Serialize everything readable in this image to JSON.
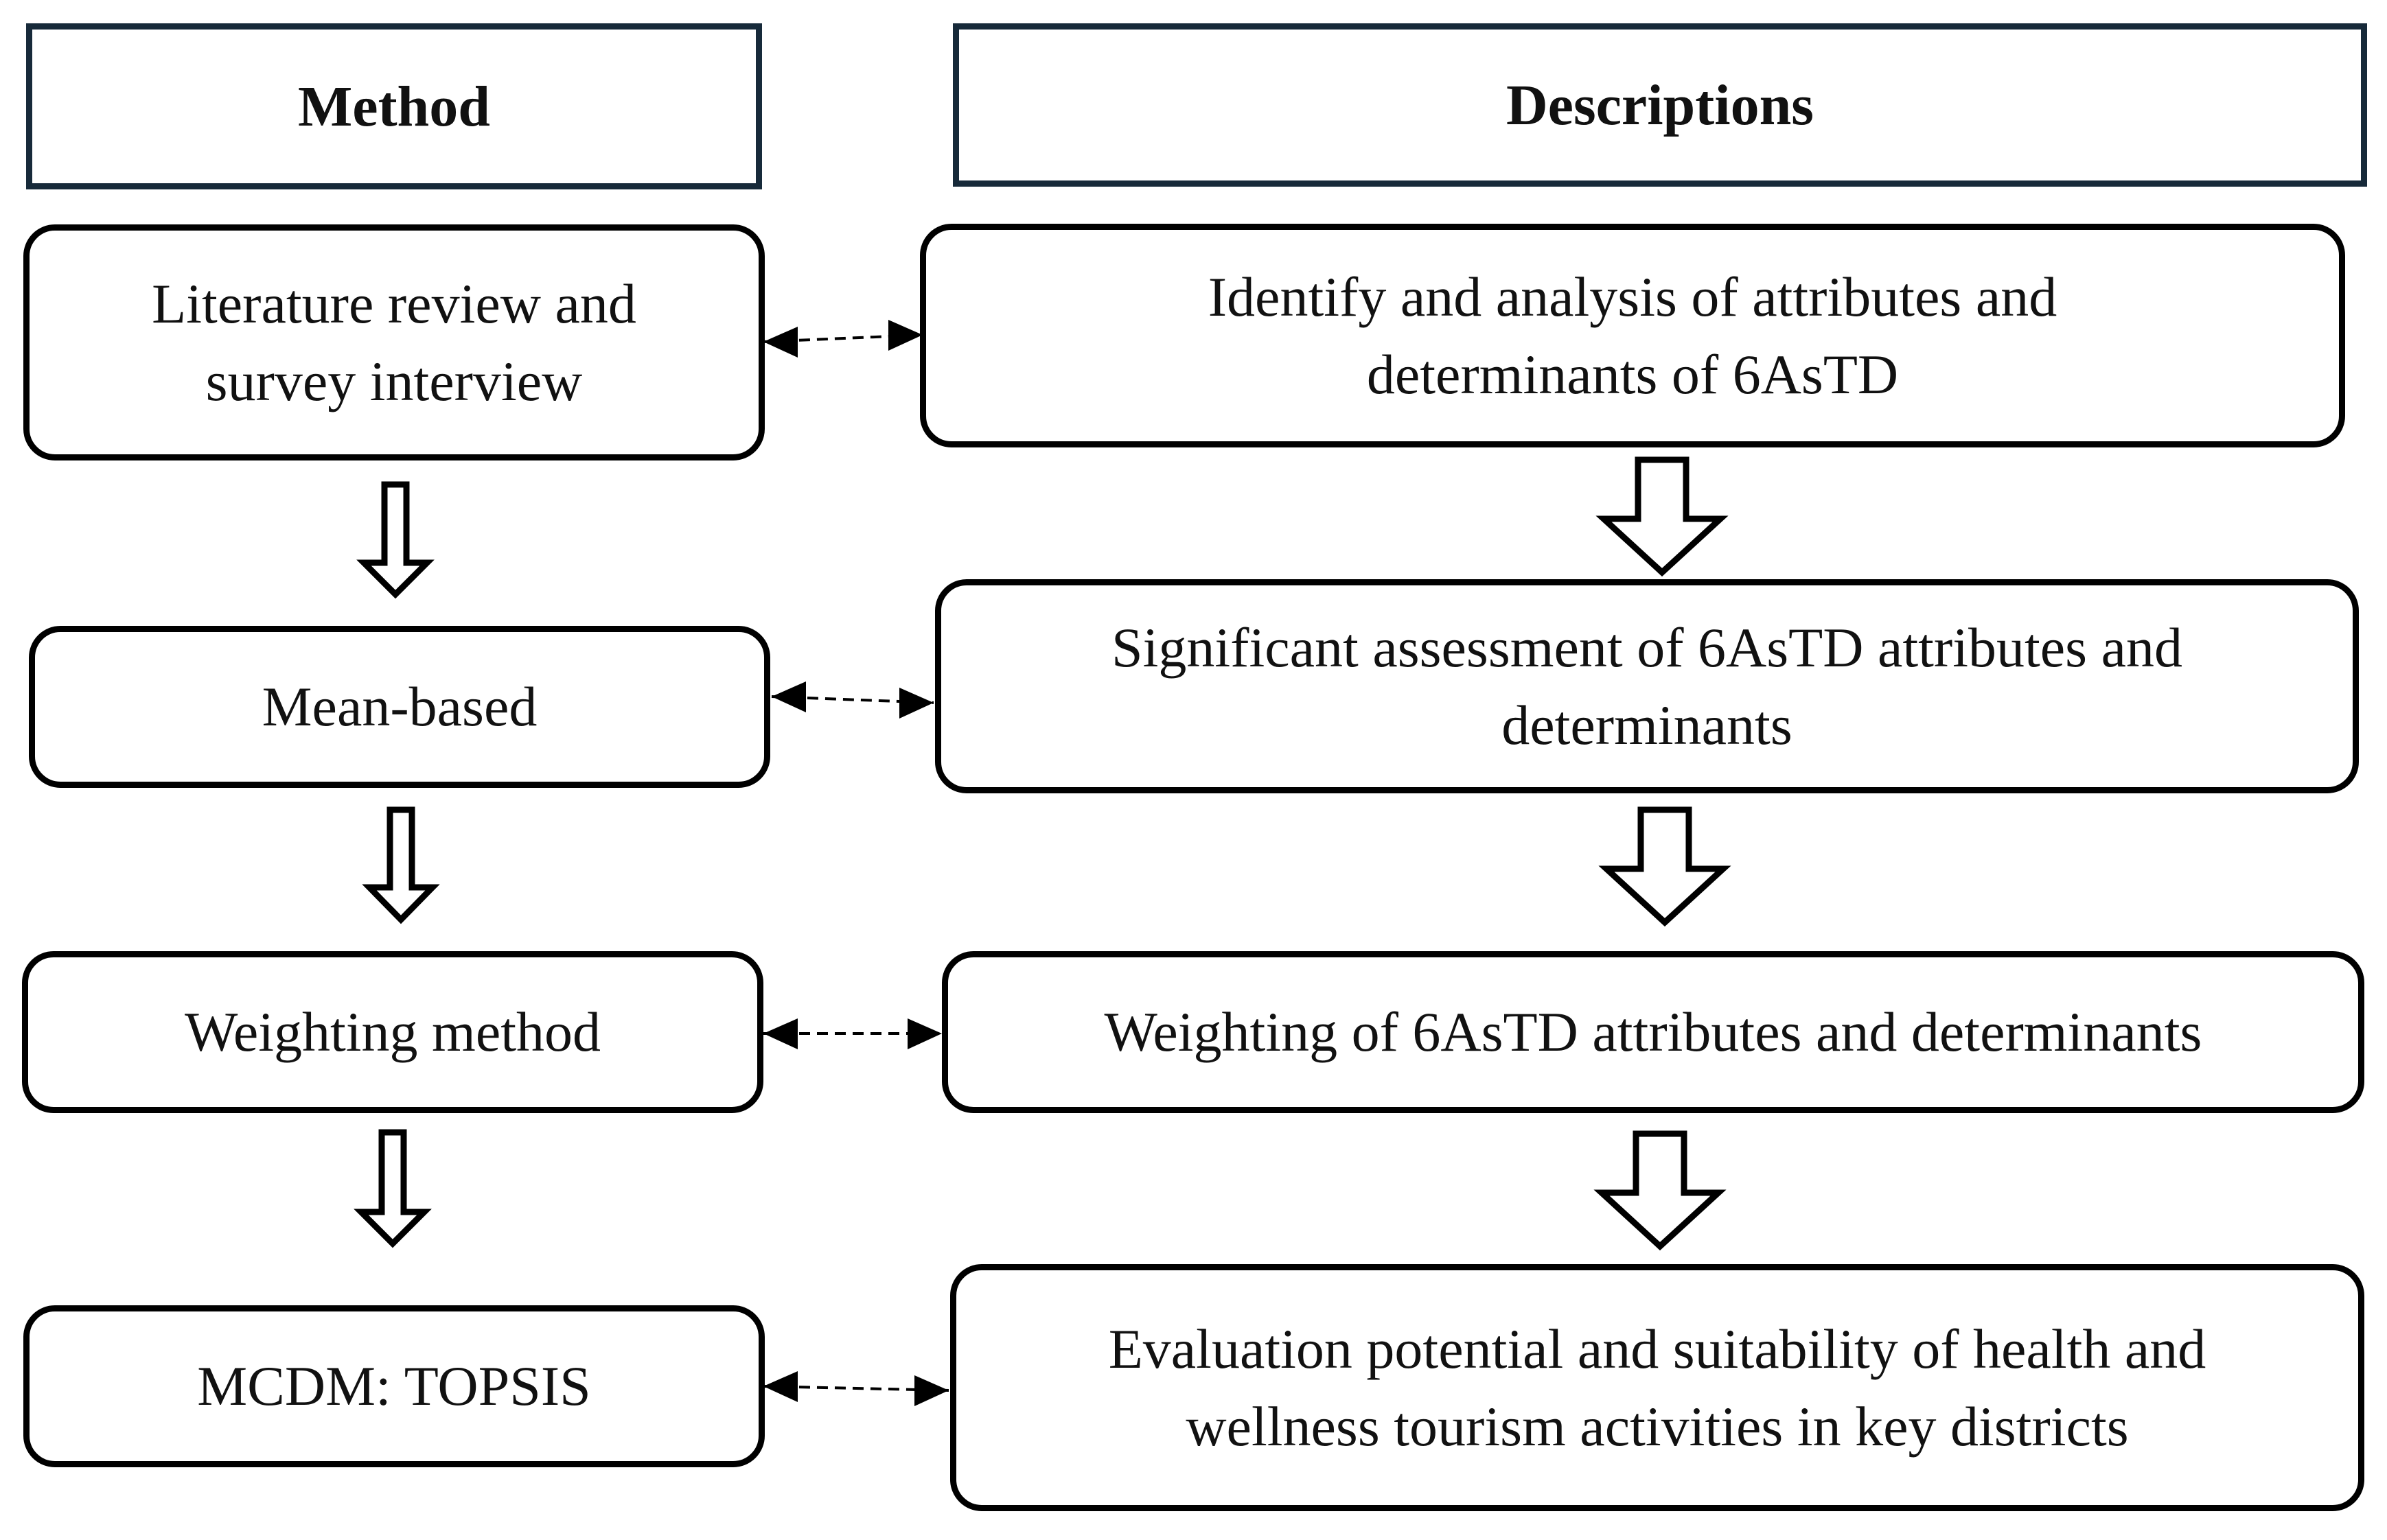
{
  "headers": {
    "method": "Method",
    "descriptions": "Descriptions"
  },
  "methods": [
    {
      "lines": [
        "Literature review and",
        "survey interview"
      ]
    },
    {
      "lines": [
        "Mean-based"
      ]
    },
    {
      "lines": [
        "Weighting method"
      ]
    },
    {
      "lines": [
        "MCDM: TOPSIS"
      ]
    }
  ],
  "descriptions": [
    {
      "lines": [
        "Identify and analysis of attributes and",
        "determinants of 6AsTD"
      ]
    },
    {
      "lines": [
        "Significant assessment of 6AsTD attributes and",
        "determinants"
      ]
    },
    {
      "lines": [
        "Weighting of 6AsTD attributes and determinants"
      ]
    },
    {
      "lines": [
        "Evaluation potential and suitability of health and",
        "wellness tourism activities in key districts"
      ]
    }
  ],
  "colors": {
    "header_border": "#172a3a",
    "node_border": "#000000",
    "text": "#111111"
  }
}
